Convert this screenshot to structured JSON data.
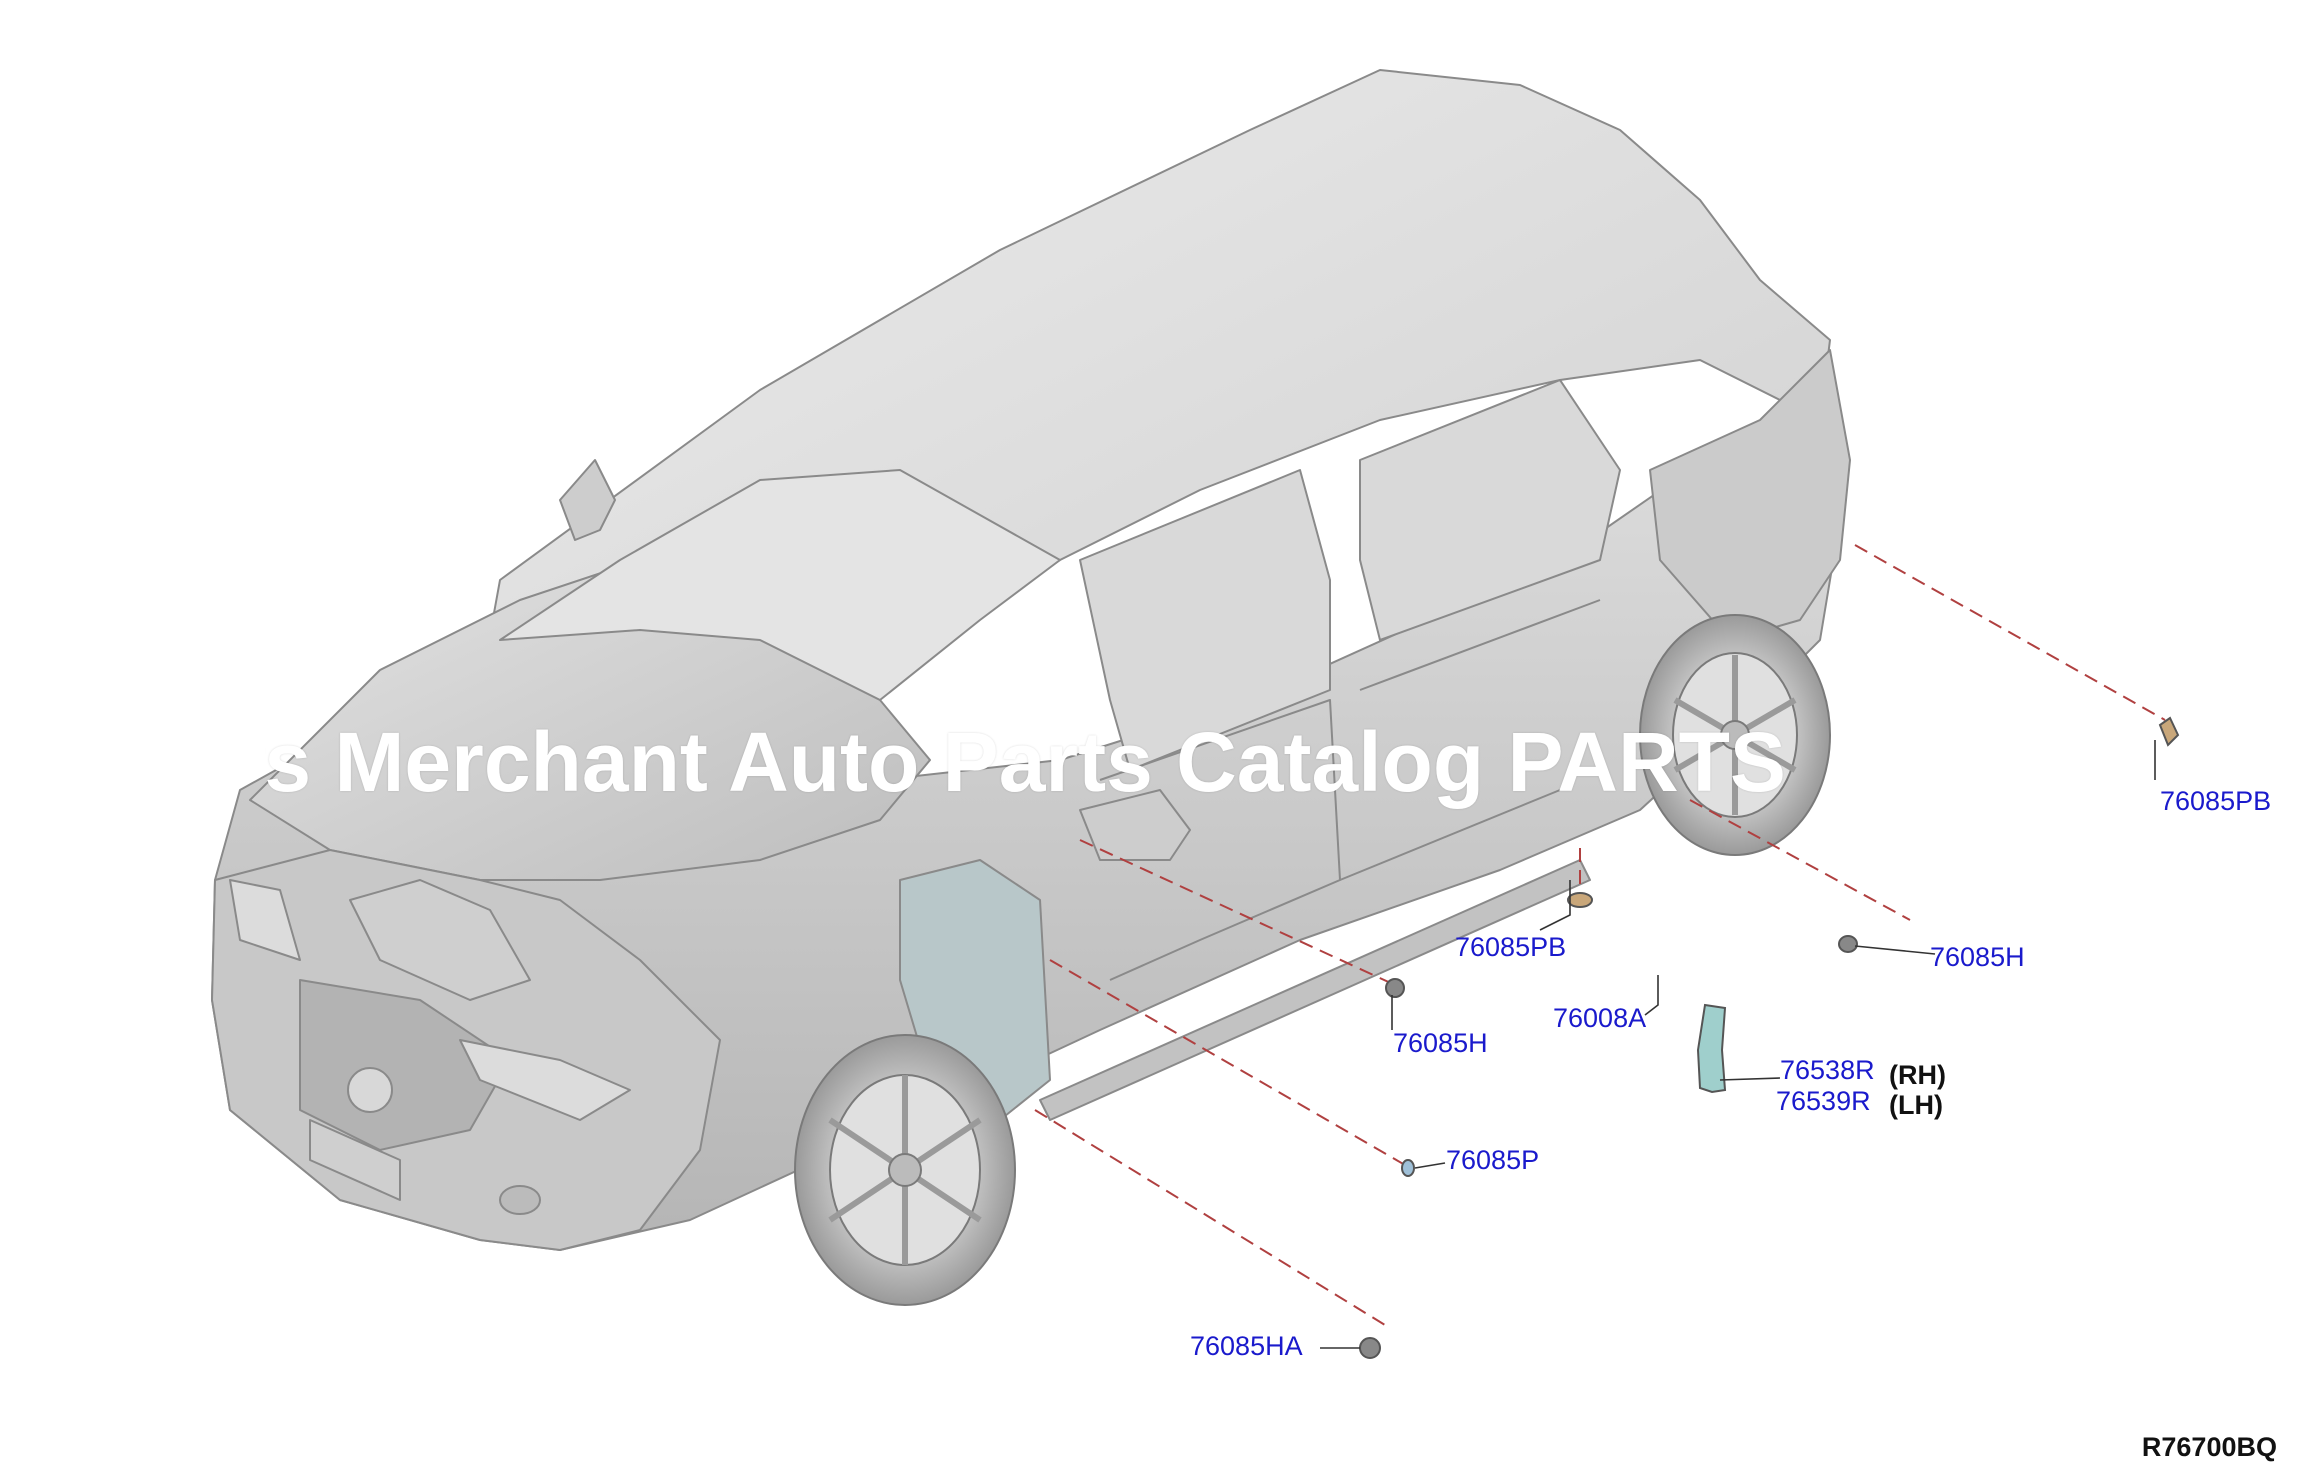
{
  "diagram": {
    "watermark": "ers Merchant Auto Parts Catalog PARTS",
    "diagram_code": "R76700BQ",
    "colors": {
      "label_blue": "#1a1acc",
      "leader_red": "#b04040",
      "body_gray": "#d6d6d6",
      "part_teal": "#9fcfcc"
    },
    "callouts": [
      {
        "id": "c1",
        "part": "76085PB"
      },
      {
        "id": "c2",
        "part": "76085H"
      },
      {
        "id": "c3",
        "part": "76085PB"
      },
      {
        "id": "c4",
        "part": "76008A"
      },
      {
        "id": "c5",
        "part": "76085H"
      },
      {
        "id": "c6",
        "part": "76538R",
        "side": "(RH)"
      },
      {
        "id": "c7",
        "part": "76539R",
        "side": "(LH)"
      },
      {
        "id": "c8",
        "part": "76085P"
      },
      {
        "id": "c9",
        "part": "76085HA"
      }
    ]
  }
}
